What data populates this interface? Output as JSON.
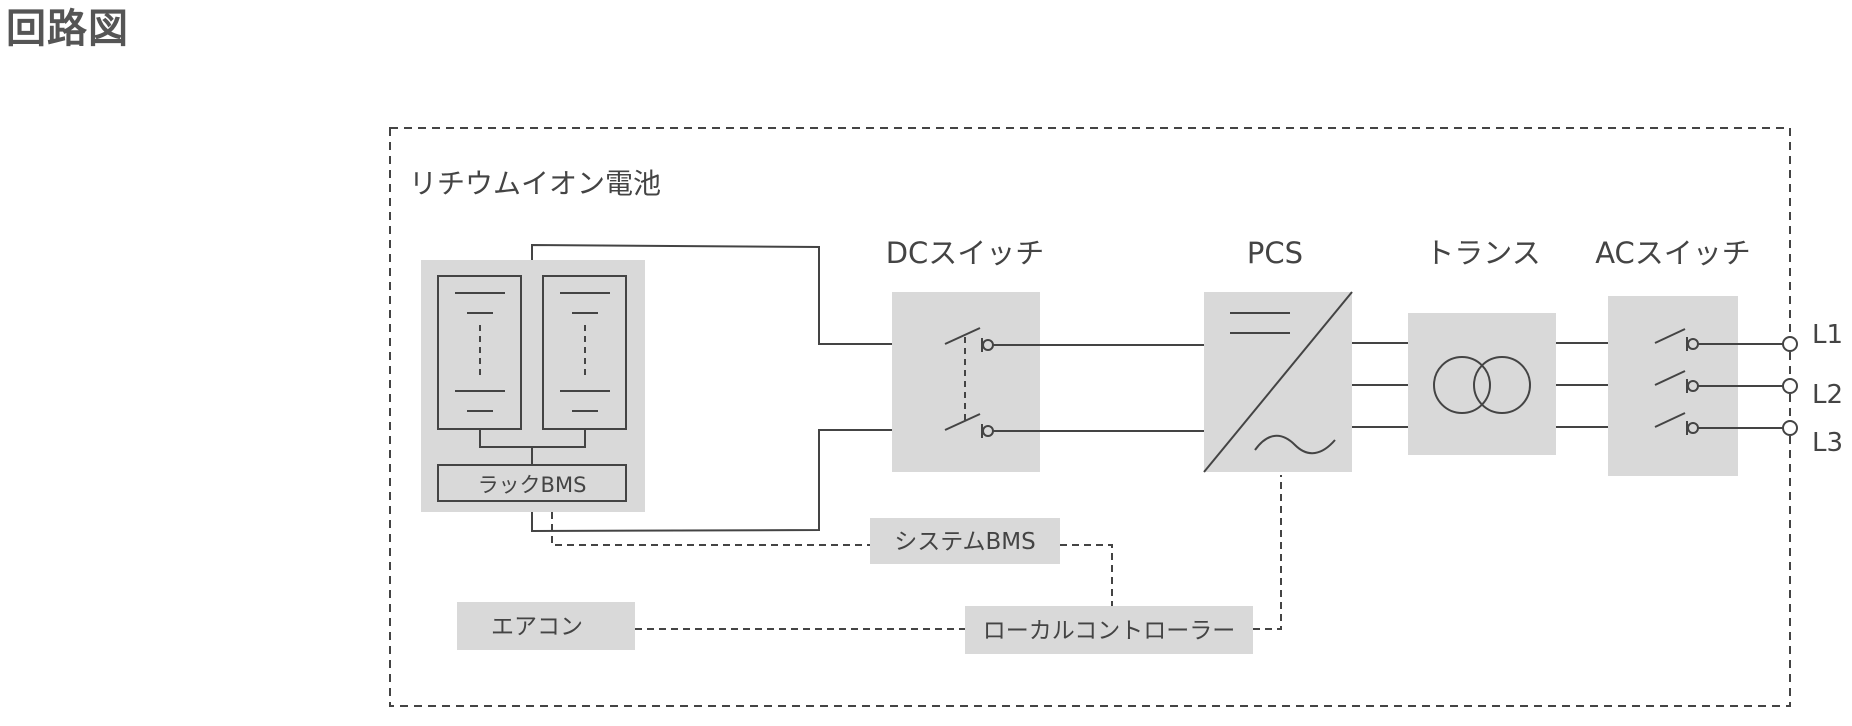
{
  "page": {
    "title": "回路図"
  },
  "diagram": {
    "enclosure_label": "リチウムイオン電池",
    "components": {
      "dc_switch": "DCスイッチ",
      "pcs": "PCS",
      "transformer": "トランス",
      "ac_switch": "ACスイッチ",
      "rack_bms": "ラックBMS",
      "system_bms": "システムBMS",
      "air_conditioner": "エアコン",
      "local_controller": "ローカルコントローラー"
    },
    "outputs": [
      "L1",
      "L2",
      "L3"
    ],
    "colors": {
      "block_fill": "#d9d9d9",
      "line": "#444444",
      "text": "#444444",
      "title": "#555555"
    }
  }
}
